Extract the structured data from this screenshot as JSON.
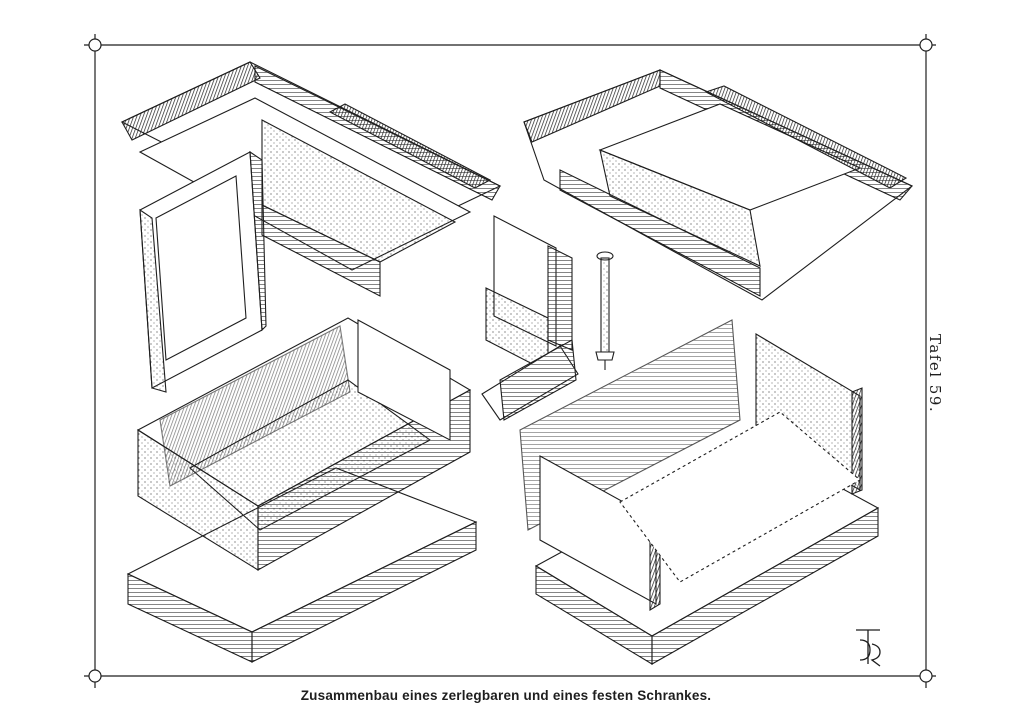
{
  "plate": {
    "plate_number": "Tafel 59.",
    "caption": "Zusammenbau eines zerlegbaren und eines festen Schrankes."
  },
  "figures": [
    {
      "name": "cornice-and-panel-exploded"
    },
    {
      "name": "cornice-frame-top-view"
    },
    {
      "name": "corner-joint-detail"
    },
    {
      "name": "connecting-bolt"
    },
    {
      "name": "dismountable-cabinet-body"
    },
    {
      "name": "fixed-cabinet-body"
    }
  ],
  "monogram": {
    "icon": "monogram-icon"
  },
  "colors": {
    "ink": "#1e1e1e",
    "paper": "#ffffff"
  }
}
